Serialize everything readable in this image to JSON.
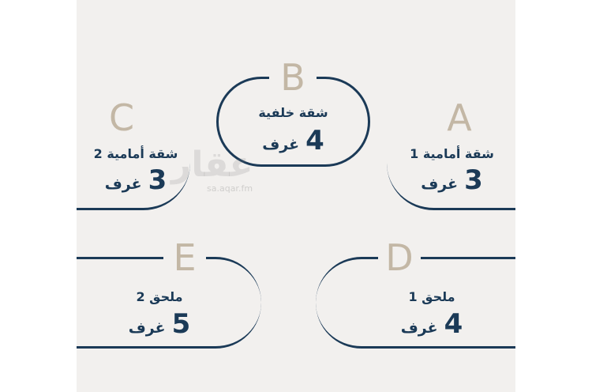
{
  "watermark": {
    "logo_text": "عقار",
    "url": "sa.aqar.fm"
  },
  "units": [
    {
      "letter": "A",
      "type": "شقة أمامية 1",
      "rooms_number": "3",
      "rooms_word": "غرف"
    },
    {
      "letter": "B",
      "type": "شقة خلفية",
      "rooms_number": "4",
      "rooms_word": "غرف"
    },
    {
      "letter": "C",
      "type": "شقة أمامية 2",
      "rooms_number": "3",
      "rooms_word": "غرف"
    },
    {
      "letter": "D",
      "type": "ملحق 1",
      "rooms_number": "4",
      "rooms_word": "غرف"
    },
    {
      "letter": "E",
      "type": "ملحق 2",
      "rooms_number": "5",
      "rooms_word": "غرف"
    }
  ],
  "colors": {
    "frame": "#1b3a57",
    "letter": "#c3b7a5",
    "text": "#1b3a57",
    "background": "#f2f0ee"
  }
}
